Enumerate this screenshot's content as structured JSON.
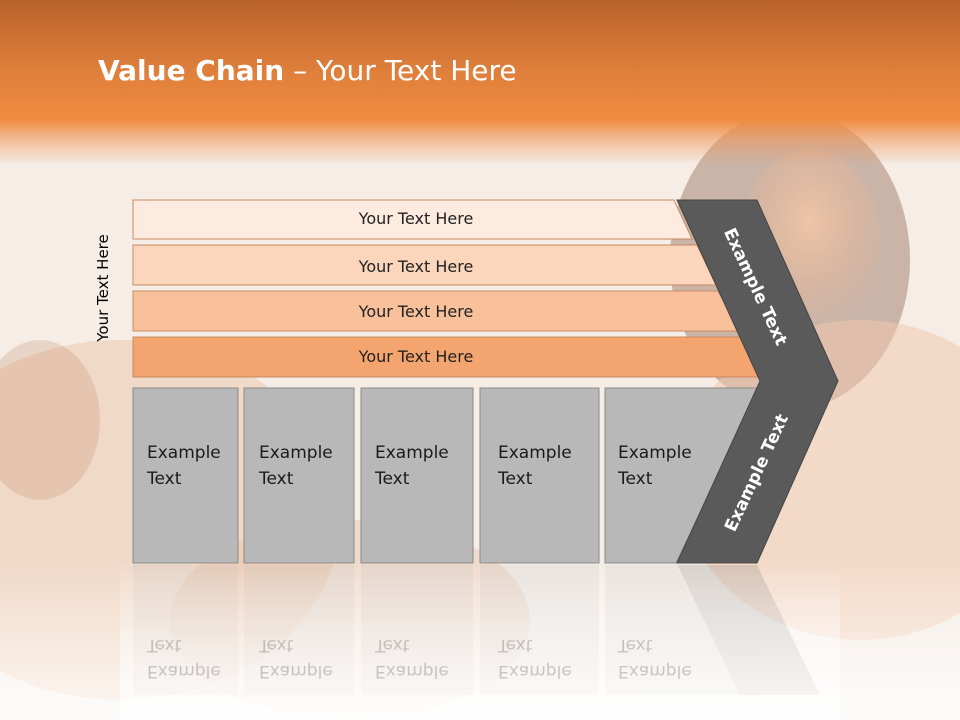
{
  "slide": {
    "title_bold": "Value Chain",
    "title_rest": " – Your Text Here",
    "side_label": "Your Text Here"
  },
  "rows": [
    {
      "label": "Your Text Here",
      "color": "#fdebe0"
    },
    {
      "label": "Your Text Here",
      "color": "#fbd6bd"
    },
    {
      "label": "Your Text Here",
      "color": "#f8c19c"
    },
    {
      "label": "Your Text Here",
      "color": "#f4a46e"
    }
  ],
  "boxes": [
    {
      "line1": "Example",
      "line2": "Text"
    },
    {
      "line1": "Example",
      "line2": "Text"
    },
    {
      "line1": "Example",
      "line2": "Text"
    },
    {
      "line1": "Example",
      "line2": "Text"
    },
    {
      "line1": "Example",
      "line2": "Text"
    }
  ],
  "arrow": {
    "upper_text": "Example Text",
    "lower_text": "Example Text",
    "color": "#5a5a5a"
  },
  "colors": {
    "header": "#e0803c",
    "box_fill": "#b8b8b8",
    "box_border": "#8a8a8a"
  }
}
